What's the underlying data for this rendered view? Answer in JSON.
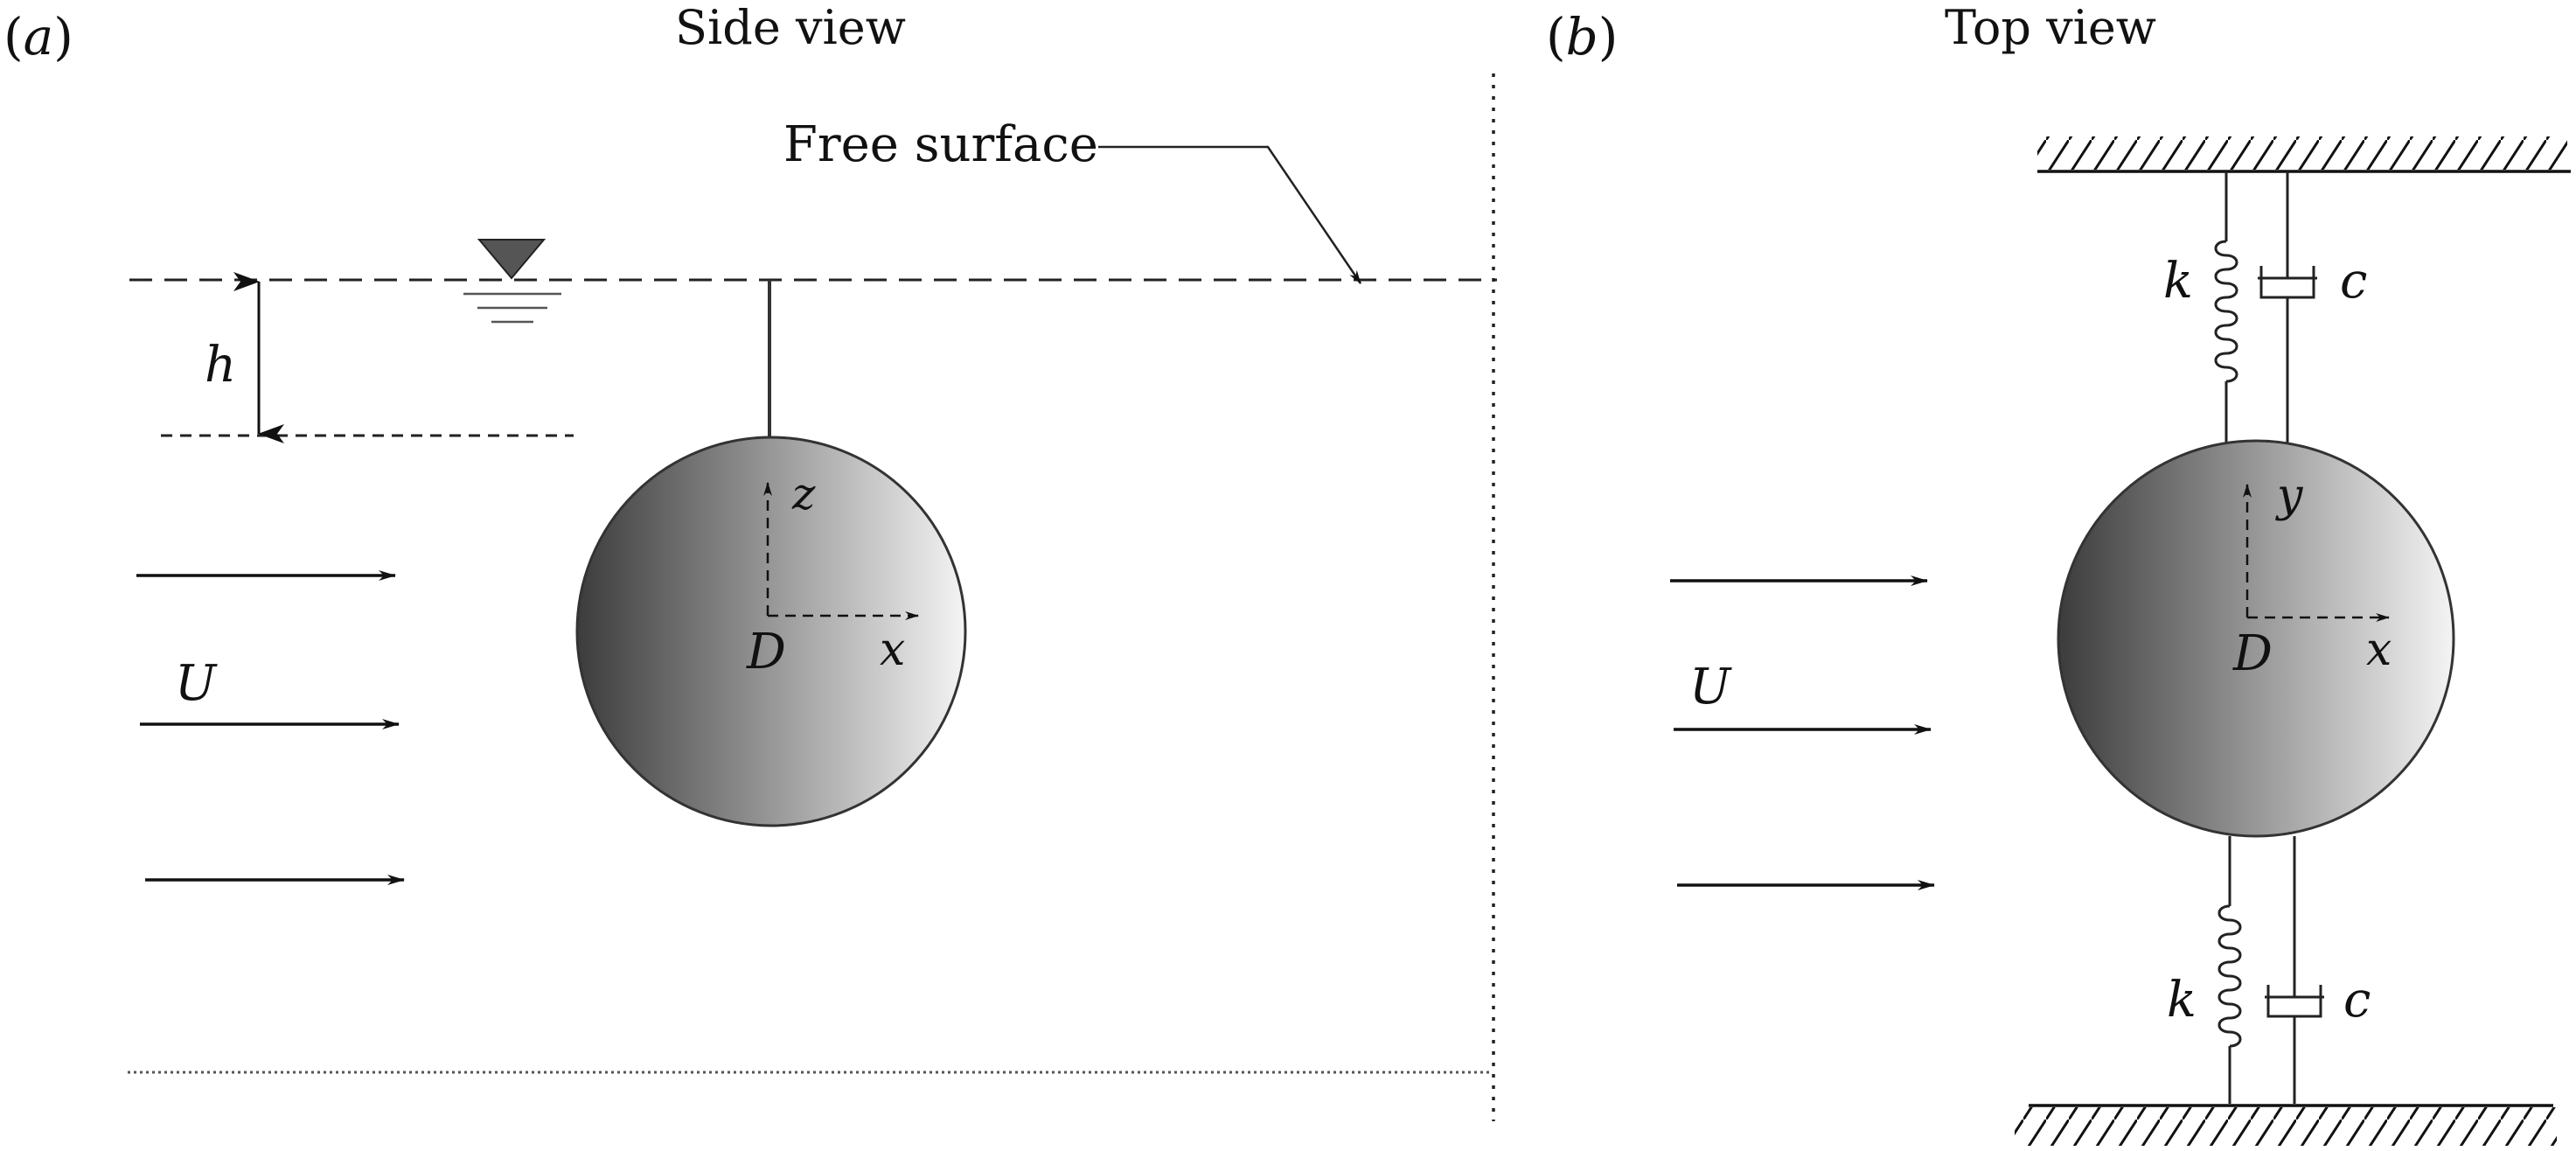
{
  "panel_a": {
    "label_paren_open": "(",
    "label_letter": "a",
    "label_paren_close": ")",
    "title": "Side view",
    "free_surface_label": "Free surface",
    "depth_symbol": "h",
    "velocity_symbol": "U",
    "diameter_symbol": "D",
    "axis_x": "x",
    "axis_z": "z"
  },
  "panel_b": {
    "label_paren_open": "(",
    "label_letter": "b",
    "label_paren_close": ")",
    "title": "Top view",
    "velocity_symbol": "U",
    "diameter_symbol": "D",
    "axis_x": "x",
    "axis_y": "y",
    "spring_top": "k",
    "damper_top": "c",
    "spring_bottom": "k",
    "damper_bottom": "c"
  },
  "colors": {
    "line": "#222222",
    "sphere_dark": "#3c3c3c",
    "sphere_light": "#f4f4f4"
  }
}
